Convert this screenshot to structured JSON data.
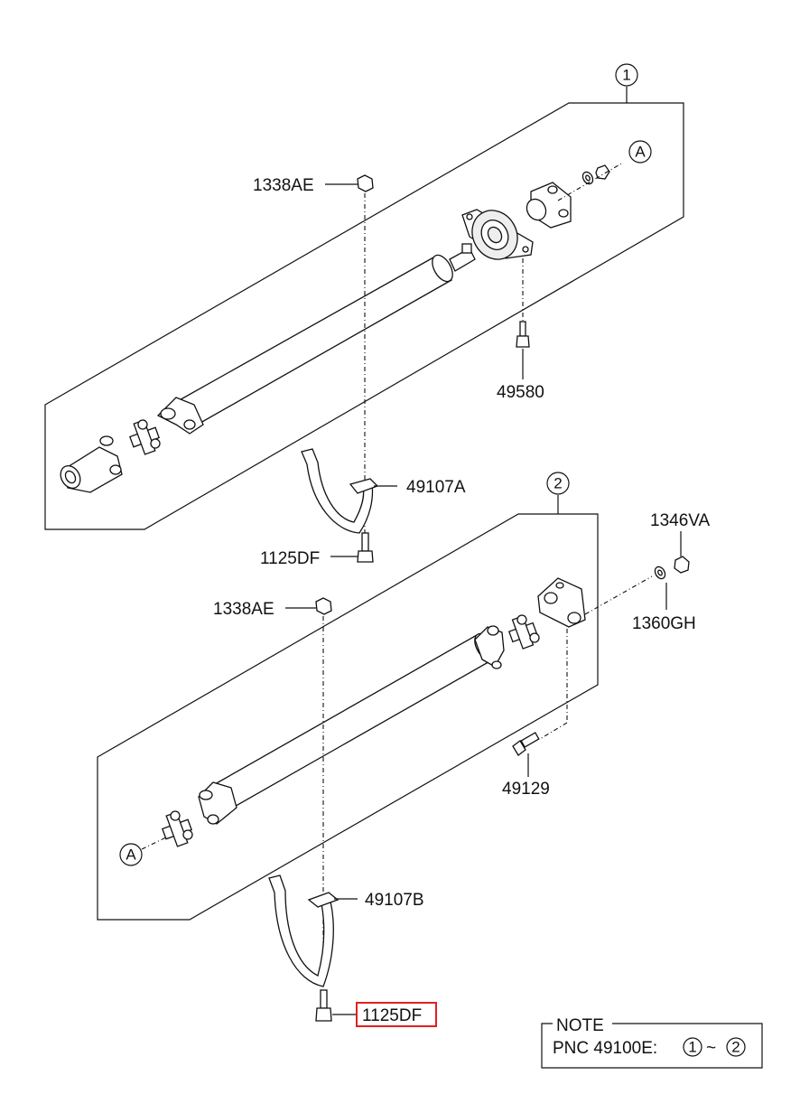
{
  "labels": {
    "p1338AE_top": "1338AE",
    "p49580": "49580",
    "p49107A": "49107A",
    "p1125DF_top": "1125DF",
    "p1346VA": "1346VA",
    "p1338AE_bottom": "1338AE",
    "p1360GH": "1360GH",
    "p49129": "49129",
    "p49107B": "49107B",
    "p1125DF_bottom": "1125DF"
  },
  "callouts": {
    "assembly_1": "1",
    "assembly_2": "2",
    "ref_a_top": "A",
    "ref_a_bottom": "A"
  },
  "note": {
    "title": "NOTE",
    "pnc_prefix": "PNC  49100E:",
    "range_start": "1",
    "range_sep": "~",
    "range_end": "2"
  },
  "highlight_color": "#e02020"
}
